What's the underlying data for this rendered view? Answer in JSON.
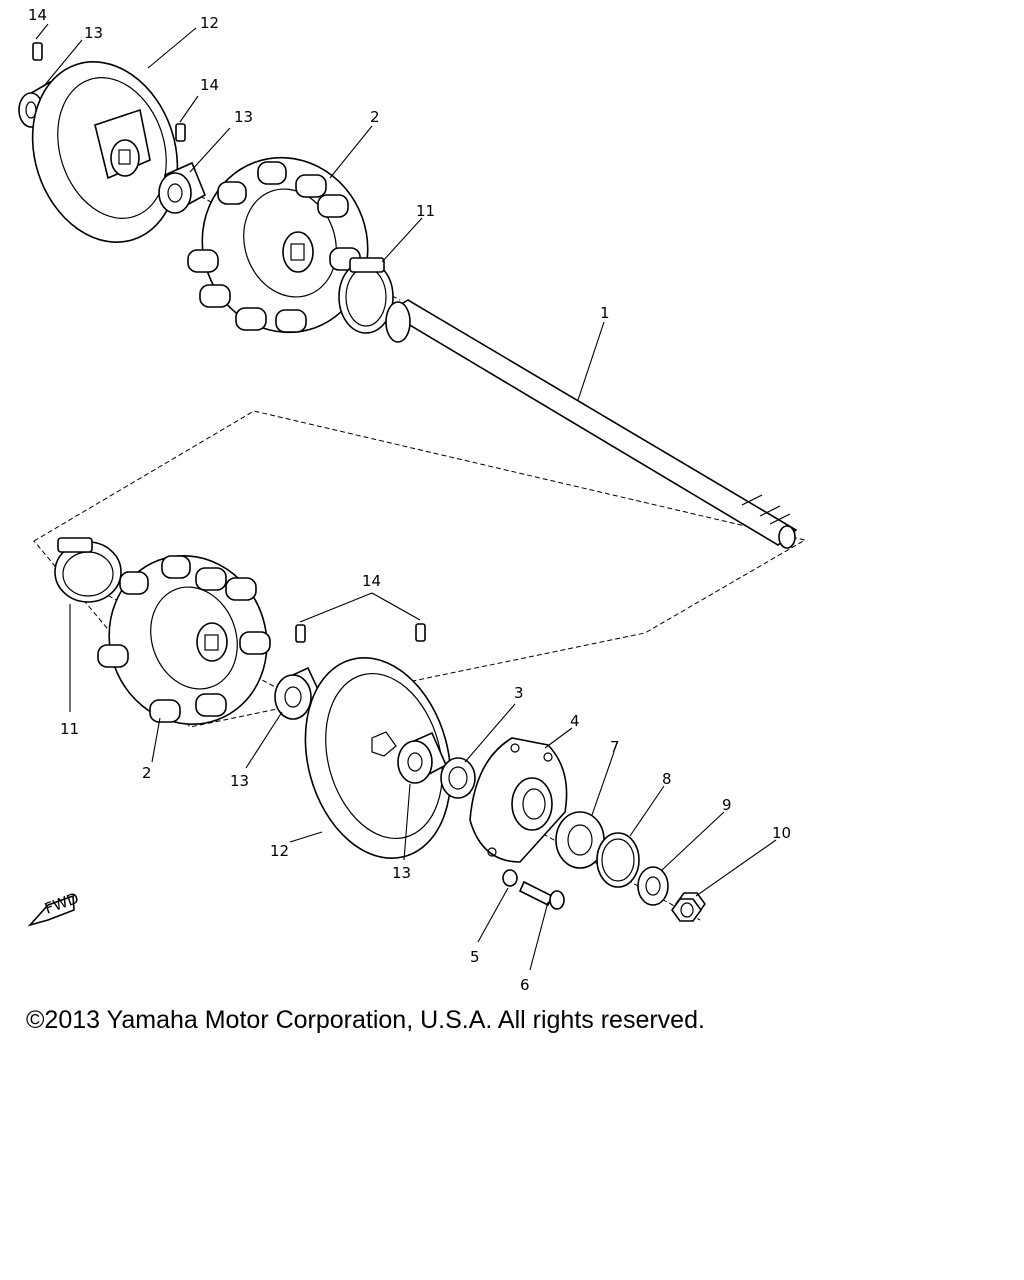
{
  "callouts": {
    "c14a": "14",
    "c13a": "13",
    "c12a": "12",
    "c14b": "14",
    "c13b": "13",
    "c2a": "2",
    "c11a": "11",
    "c1": "1",
    "c14c": "14",
    "c11b": "11",
    "c2b": "2",
    "c13c": "13",
    "c12b": "12",
    "c13d": "13",
    "c3": "3",
    "c4": "4",
    "c7": "7",
    "c8": "8",
    "c9": "9",
    "c10": "10",
    "c5": "5",
    "c6": "6"
  },
  "fwd_mark": "FWD",
  "copyright": "©2013 Yamaha Motor Corporation, U.S.A. All rights reserved."
}
